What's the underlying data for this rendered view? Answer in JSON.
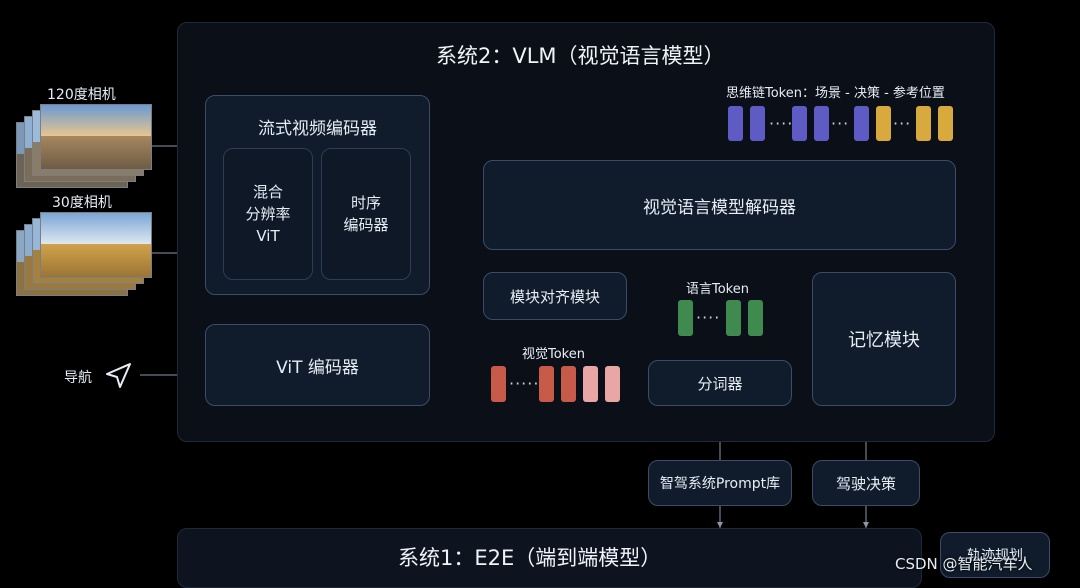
{
  "system2_title": "系统2：VLM（视觉语言模型）",
  "system1_title": "系统1：E2E（端到端模型）",
  "camera_120": "120度相机",
  "camera_30": "30度相机",
  "navigation": "导航",
  "streaming_video_encoder": "流式视频编码器",
  "mixed_res_vit": "混合\n分辨率\nViT",
  "temporal_encoder": "时序\n编码器",
  "vit_encoder": "ViT 编码器",
  "cot_tokens_label": "思维链Token：场景 - 决策 - 参考位置",
  "vlm_decoder": "视觉语言模型解码器",
  "module_alignment": "模块对齐模块",
  "visual_token_label": "视觉Token",
  "language_token_label": "语言Token",
  "tokenizer": "分词器",
  "memory_module": "记忆模块",
  "prompt_library": "智驾系统Prompt库",
  "driving_decision": "驾驶决策",
  "trajectory_planning": "轨迹规划",
  "watermark": "CSDN @智能汽车人",
  "colors": {
    "purple_token": "#5e5cc4",
    "yellow_token": "#d8a93d",
    "green_token": "#3f8a4f",
    "red_token": "#c75a48",
    "pink_token": "#e8a7a4",
    "box_border": "#3a4c66"
  },
  "icons": [
    "navigation-arrow-icon"
  ]
}
